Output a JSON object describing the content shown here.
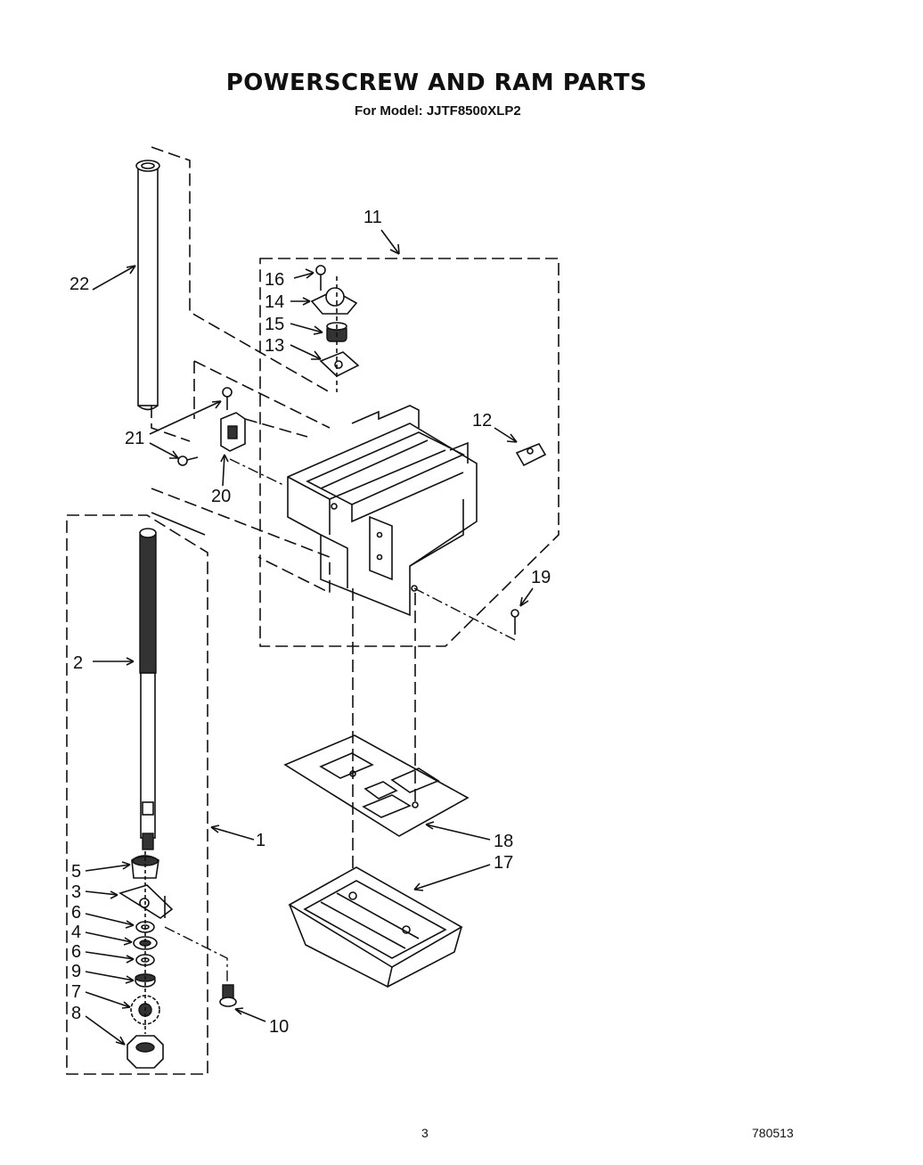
{
  "header": {
    "title": "POWERSCREW AND RAM PARTS",
    "subtitle": "For Model: JJTF8500XLP2"
  },
  "footer": {
    "page_number": "3",
    "document_code": "780513"
  },
  "callouts": {
    "c1": "1",
    "c2": "2",
    "c3": "3",
    "c4": "4",
    "c5": "5",
    "c6a": "6",
    "c6b": "6",
    "c7": "7",
    "c8": "8",
    "c9": "9",
    "c10": "10",
    "c11": "11",
    "c12": "12",
    "c13": "13",
    "c14": "14",
    "c15": "15",
    "c16": "16",
    "c17": "17",
    "c18": "18",
    "c19": "19",
    "c20": "20",
    "c21": "21",
    "c22": "22"
  }
}
